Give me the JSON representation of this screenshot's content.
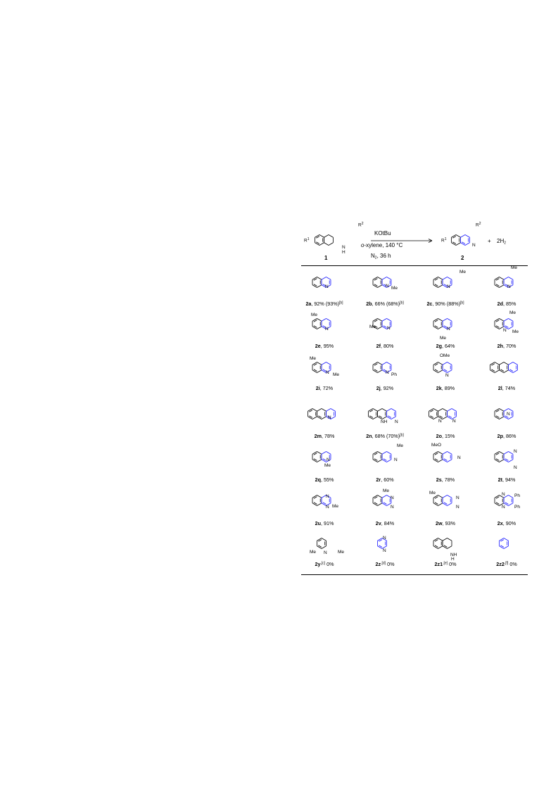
{
  "reaction": {
    "reagent": "KOtBu",
    "solvent": "o-xylene, 140 °C",
    "atmosphere": "N2, 36 h",
    "reactant_number": "1",
    "product_number": "2",
    "plus": "+",
    "byproduct": "2H2",
    "r1": "R1",
    "r2": "R2",
    "nh": "NH"
  },
  "entries": [
    {
      "id": "2a",
      "result": ", 92% (93%)",
      "note": "[b]"
    },
    {
      "id": "2b",
      "result": ", 66% (68%)",
      "note": "[b]"
    },
    {
      "id": "2c",
      "result": ", 90% (88%)",
      "note": "[b]"
    },
    {
      "id": "2d",
      "result": ", 85%",
      "note": ""
    },
    {
      "id": "2e",
      "result": ", 95%",
      "note": ""
    },
    {
      "id": "2f",
      "result": ", 80%",
      "note": ""
    },
    {
      "id": "2g",
      "result": ", 64%",
      "note": ""
    },
    {
      "id": "2h",
      "result": ", 70%",
      "note": ""
    },
    {
      "id": "2i",
      "result": ", 72%",
      "note": ""
    },
    {
      "id": "2j",
      "result": ", 92%",
      "note": ""
    },
    {
      "id": "2k",
      "result": ", 89%",
      "note": ""
    },
    {
      "id": "2l",
      "result": ", 74%",
      "note": ""
    },
    {
      "id": "2m",
      "result": ", 78%",
      "note": ""
    },
    {
      "id": "2n",
      "result": ", 68% (70%)",
      "note": "[b]"
    },
    {
      "id": "2o",
      "result": ", 15%",
      "note": ""
    },
    {
      "id": "2p",
      "result": ", 86%",
      "note": ""
    },
    {
      "id": "2q",
      "result": ", 55%",
      "note": ""
    },
    {
      "id": "2r",
      "result": ", 60%",
      "note": ""
    },
    {
      "id": "2s",
      "result": ", 78%",
      "note": ""
    },
    {
      "id": "2t",
      "result": ", 94%",
      "note": ""
    },
    {
      "id": "2u",
      "result": ", 91%",
      "note": ""
    },
    {
      "id": "2v",
      "result": ", 84%",
      "note": ""
    },
    {
      "id": "2w",
      "result": ", 93%",
      "note": ""
    },
    {
      "id": "2x",
      "result": ", 90%",
      "note": ""
    },
    {
      "id": "2y",
      "result": " 0%",
      "note": "[c]"
    },
    {
      "id": "2z",
      "result": " 0%",
      "note": "[d]"
    },
    {
      "id": "2z1",
      "result": " 0%",
      "note": "[e]"
    },
    {
      "id": "2z2",
      "result": " 0%",
      "note": "[f]"
    }
  ],
  "atom_labels": {
    "n": "N",
    "me": "Me",
    "ph": "Ph",
    "ome": "OMe",
    "meo": "MeO",
    "nh": "NH",
    "h": "H"
  },
  "colors": {
    "heteroring_bond": "#1a1aff",
    "ink": "#000000"
  }
}
